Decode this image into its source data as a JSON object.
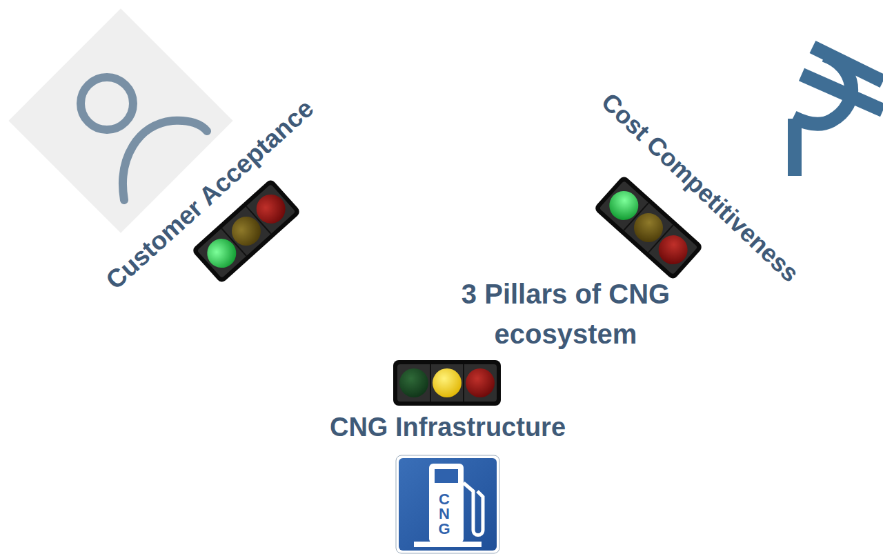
{
  "diagram": {
    "nodes": [
      {
        "text": [
          "3 Pillars of CNG ecosystem"
        ]
      }
    ],
    "labels": [
      "Customer Acceptance",
      "Cost Competitiveness",
      "CNG Infrastructure",
      "CNG"
    ]
  }
}
